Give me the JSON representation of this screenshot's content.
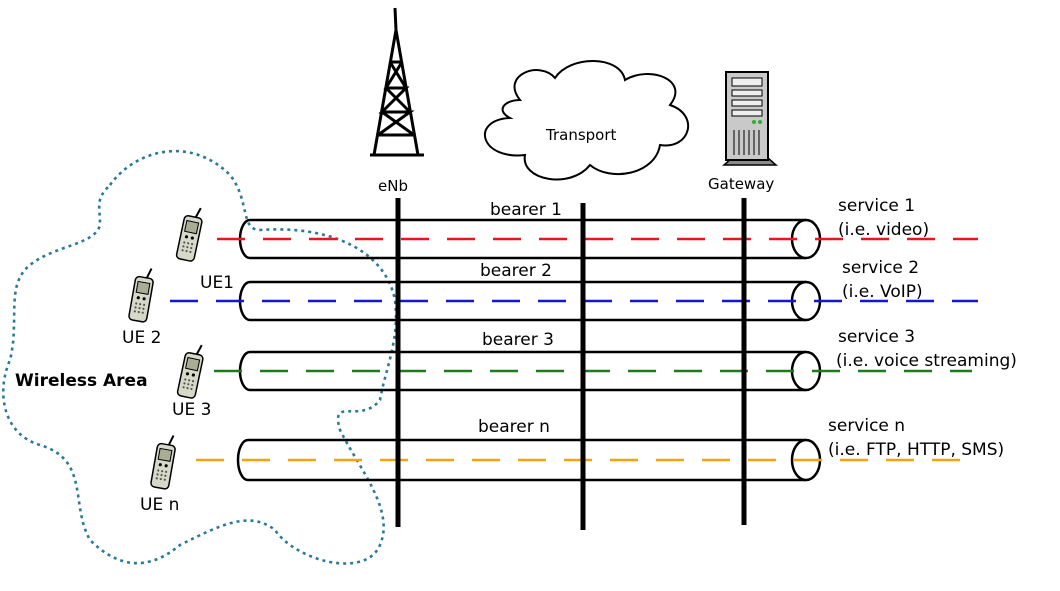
{
  "labels": {
    "wireless_area": "Wireless Area",
    "enb": "eNb",
    "transport": "Transport",
    "gateway": "Gateway"
  },
  "ues": [
    {
      "label": "UE1"
    },
    {
      "label": "UE 2"
    },
    {
      "label": "UE 3"
    },
    {
      "label": "UE n"
    }
  ],
  "bearers": [
    {
      "label": "bearer 1",
      "color": "#e8161b"
    },
    {
      "label": "bearer 2",
      "color": "#1515d6"
    },
    {
      "label": "bearer 3",
      "color": "#1d7a1d"
    },
    {
      "label": "bearer n",
      "color": "#f5a20f"
    }
  ],
  "services": [
    {
      "name": "service 1",
      "example": "(i.e. video)"
    },
    {
      "name": "service 2",
      "example": "(i.e. VoIP)"
    },
    {
      "name": "service 3",
      "example": "(i.e. voice streaming)"
    },
    {
      "name": "service n",
      "example": "(i.e. FTP, HTTP, SMS)"
    }
  ],
  "colors": {
    "cloud_outline": "#2a7a96",
    "line": "#000000"
  },
  "icons": {
    "enb": "radio-tower-icon",
    "transport": "cloud-icon",
    "gateway": "server-icon",
    "ue": "mobile-phone-icon"
  }
}
